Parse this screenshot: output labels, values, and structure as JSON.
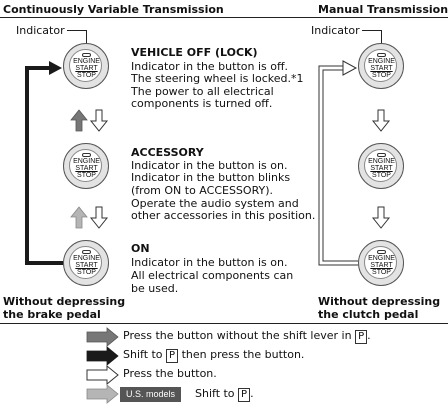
{
  "headers": {
    "cvt": "Continuously Variable Transmission",
    "manual": "Manual Transmission"
  },
  "indicator_label": "Indicator",
  "button_face": {
    "line1": "ENGINE",
    "line2": "START",
    "line3": "STOP"
  },
  "states": [
    {
      "title": "VEHICLE OFF (LOCK)",
      "lines": [
        "Indicator in the button is off.",
        "The steering wheel is locked.*1",
        "The power to all electrical",
        "components is turned off."
      ]
    },
    {
      "title": "ACCESSORY",
      "lines": [
        "Indicator in the button is on.",
        "Indicator in the button blinks",
        "(from ON to ACCESSORY).",
        "Operate the audio system and",
        "other accessories in this position."
      ]
    },
    {
      "title": "ON",
      "lines": [
        "Indicator in the button is on.",
        "All electrical components can",
        "be used."
      ]
    }
  ],
  "captions": {
    "cvt": [
      "Without depressing",
      "the brake pedal"
    ],
    "manual": [
      "Without depressing",
      "the clutch pedal"
    ]
  },
  "legend": [
    {
      "arrow": "gray",
      "text_before": "Press the button without the shift lever in",
      "box": "P",
      "text_after": "."
    },
    {
      "arrow": "black",
      "text_before": "Shift to",
      "box": "P",
      "text_after": "then press the button."
    },
    {
      "arrow": "white",
      "text_before": "Press the button.",
      "box": "",
      "text_after": ""
    },
    {
      "arrow": "light-gray",
      "badge": "U.S. models",
      "text_before": "Shift to",
      "box": "P",
      "text_after": "."
    }
  ],
  "colors": {
    "black_arrow": "#1a1a1a",
    "gray_arrow": "#777777",
    "light_gray_arrow": "#b5b5b5",
    "white_arrow_fill": "#ffffff",
    "badge_bg": "#555555"
  }
}
